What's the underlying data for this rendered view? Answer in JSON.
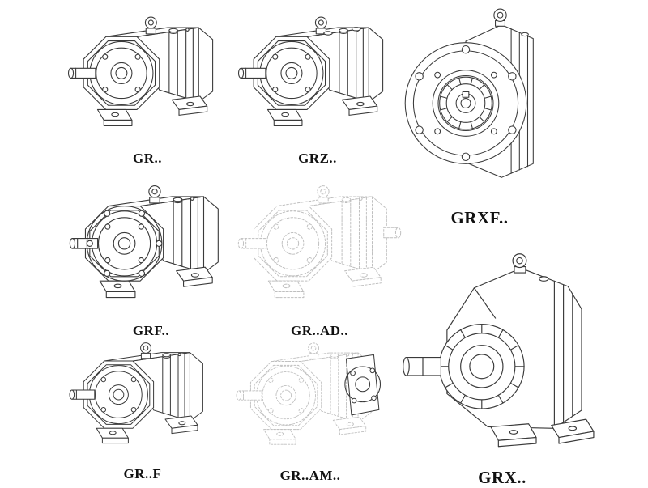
{
  "page": {
    "background_color": "#ffffff"
  },
  "colors": {
    "line": "#3a3a3a",
    "phantom_line": "#bfbfbf",
    "label_text": "#111111"
  },
  "figures": [
    {
      "id": "gr",
      "label": "GR..",
      "style": "solid",
      "type": "foot-mounted helical gear unit"
    },
    {
      "id": "grz",
      "label": "GRZ..",
      "style": "solid",
      "type": "foot-mounted helical gear unit"
    },
    {
      "id": "grxf",
      "label": "GRXF..",
      "style": "solid",
      "type": "flange-mounted helical gear unit"
    },
    {
      "id": "grf",
      "label": "GRF..",
      "style": "solid",
      "type": "flange foot-mounted helical gear unit"
    },
    {
      "id": "gr-ad",
      "label": "GR..AD..",
      "style": "phantom",
      "type": "gear unit with input shaft adapter"
    },
    {
      "id": "gr-f",
      "label": "GR..F",
      "style": "solid",
      "type": "foot-mounted helical gear unit"
    },
    {
      "id": "gr-am",
      "label": "GR..AM..",
      "style": "phantom",
      "type": "gear unit with motor adapter flange"
    },
    {
      "id": "grx",
      "label": "GRX..",
      "style": "solid",
      "type": "large foot-mounted helical gear unit"
    }
  ]
}
